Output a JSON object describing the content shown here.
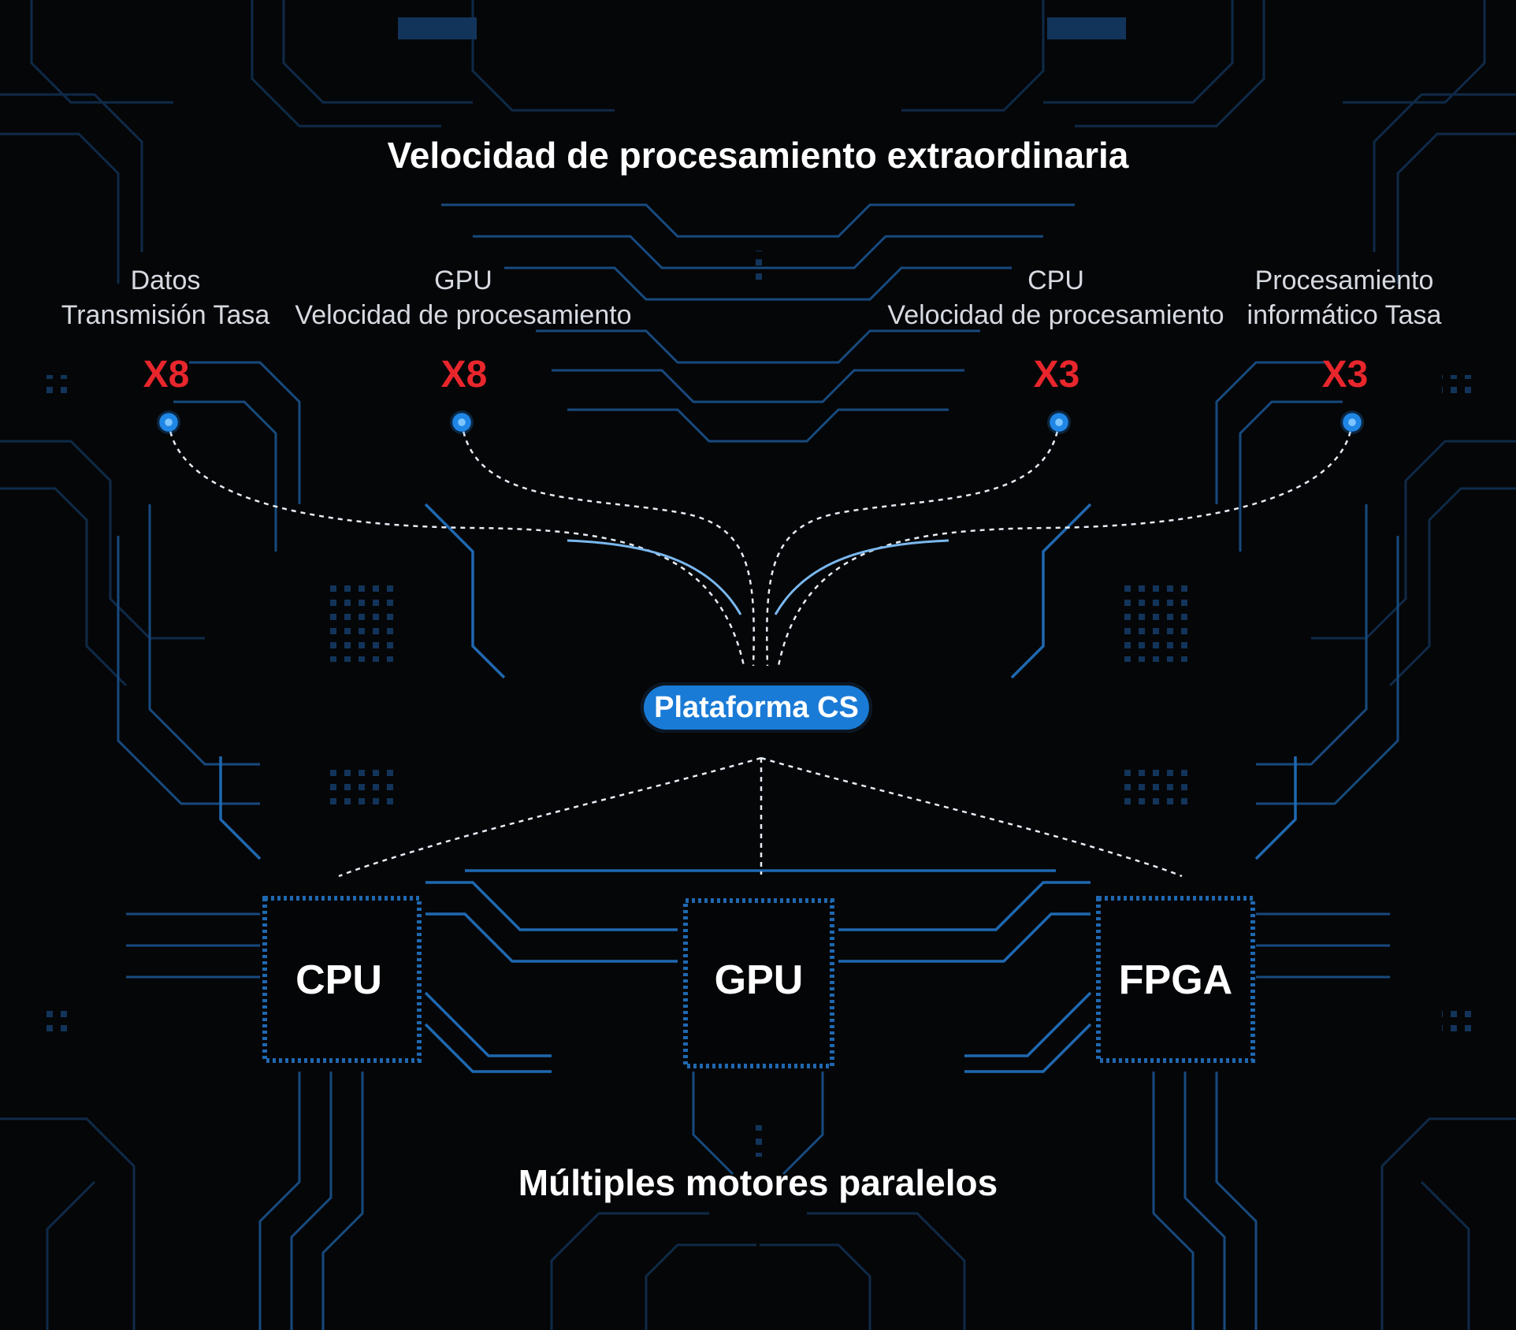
{
  "title": "Velocidad de procesamiento extraordinaria",
  "metrics": [
    {
      "line1": "Datos",
      "line2": "Transmisión Tasa",
      "multiplier": "X8"
    },
    {
      "line1": "GPU",
      "line2": "Velocidad de procesamiento",
      "multiplier": "X8"
    },
    {
      "line1": "CPU",
      "line2": "Velocidad de procesamiento",
      "multiplier": "X3"
    },
    {
      "line1": "Procesamiento",
      "line2": "informático Tasa",
      "multiplier": "X3"
    }
  ],
  "platform": "Plataforma CS",
  "engines": [
    "CPU",
    "GPU",
    "FPGA"
  ],
  "footer": "Múltiples motores paralelos",
  "colors": {
    "accent": "#1a7bd6",
    "multiplier": "#e8262c",
    "trace": "#1f68b0",
    "background": "#050608"
  }
}
